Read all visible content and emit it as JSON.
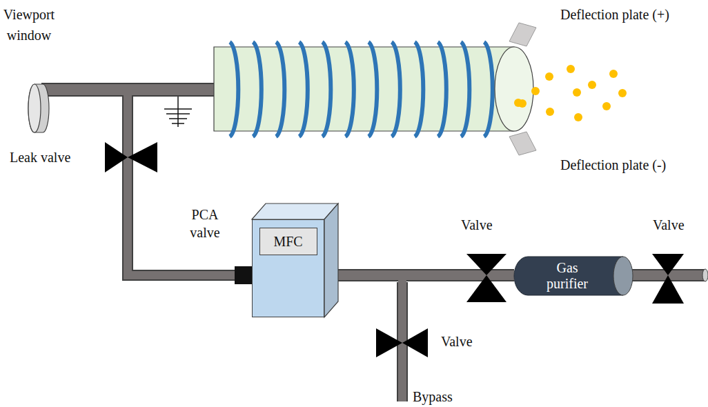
{
  "diagram": {
    "nodes": [
      {
        "text": [
          "MFC"
        ]
      },
      {
        "text": [
          "Gas purifier"
        ]
      }
    ],
    "edges": [
      {
        "from": 0,
        "to": 1,
        "arrow": "none"
      }
    ],
    "labels": [
      "Viewport window",
      "Deflection plate (+)",
      "Deflection plate (-)",
      "Leak valve",
      "PCA valve",
      "Valve",
      "Valve",
      "Valve",
      "Bypass"
    ]
  }
}
